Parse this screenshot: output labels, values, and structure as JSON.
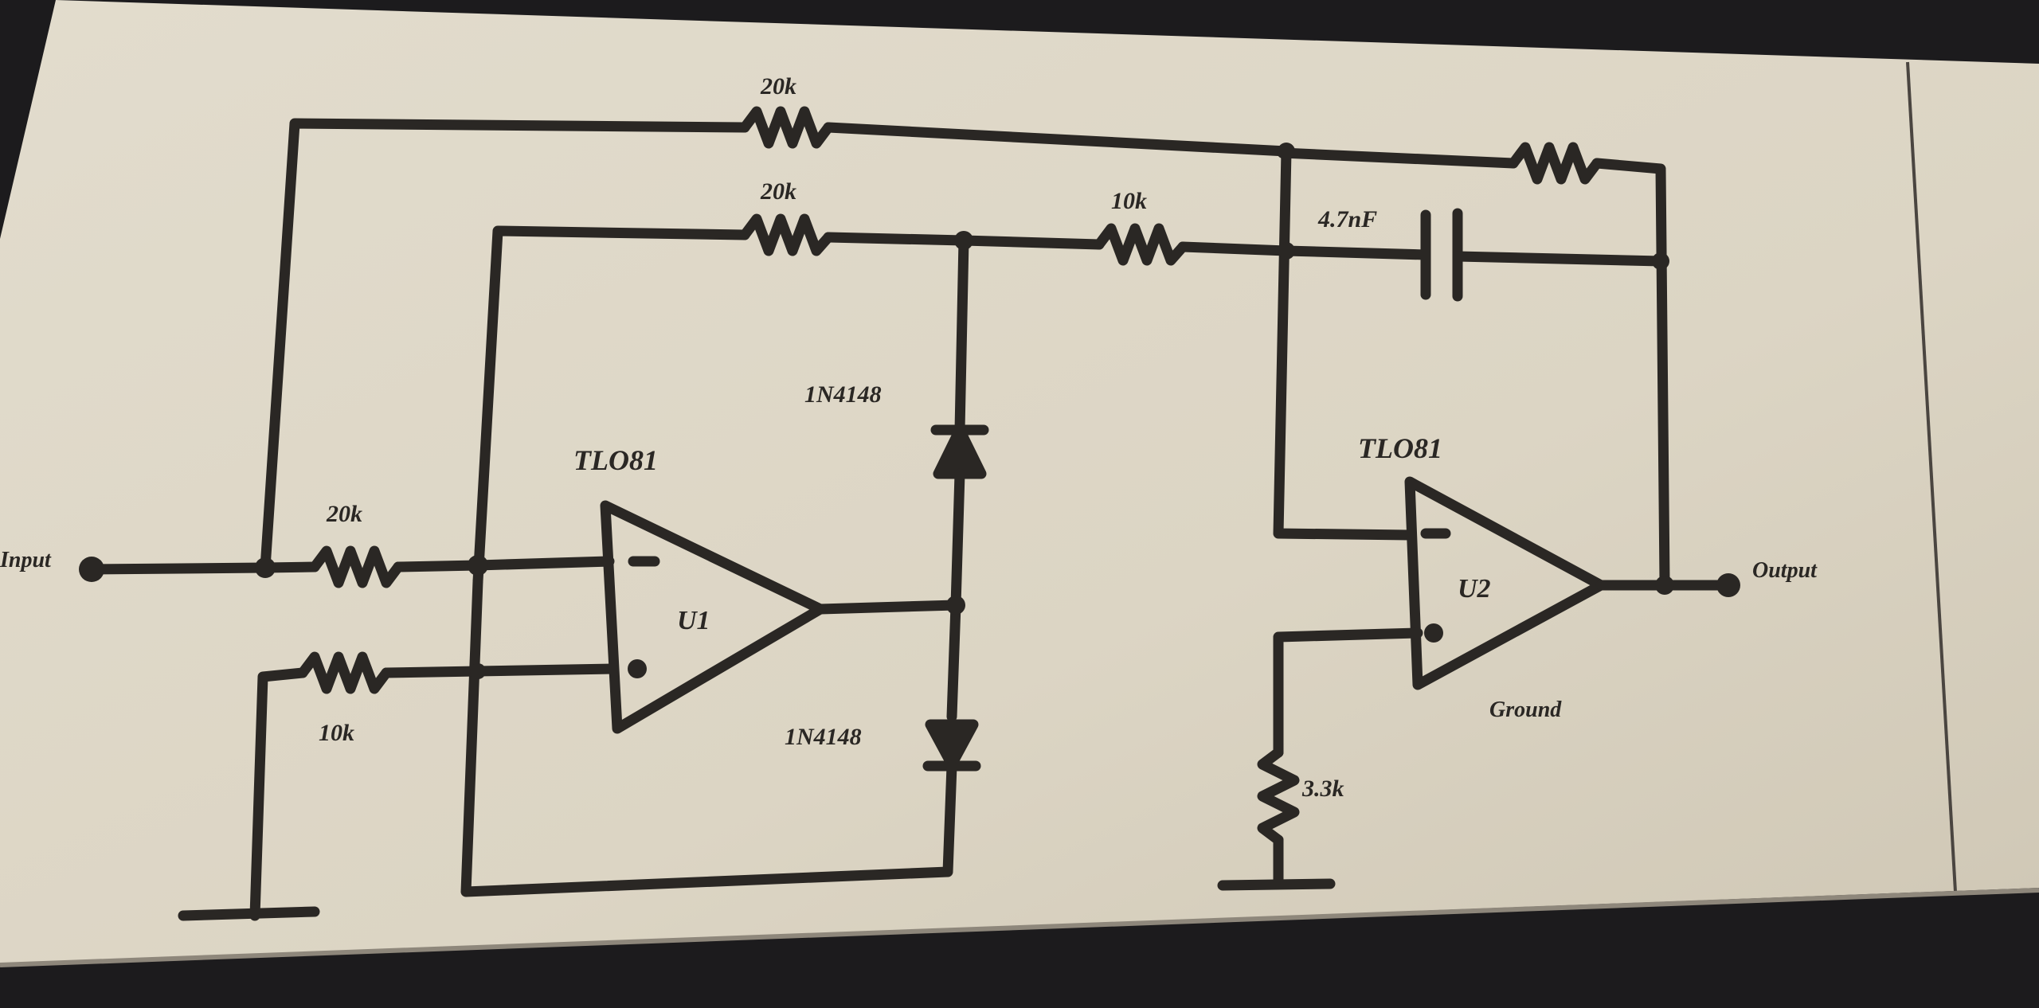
{
  "diagram": {
    "opamps": [
      {
        "ref": "U1",
        "part": "TLO81"
      },
      {
        "ref": "U2",
        "part": "TLO81"
      }
    ],
    "resistors": [
      {
        "id": "r-top-feedback",
        "value": "20k"
      },
      {
        "id": "r-input",
        "value": "20k"
      },
      {
        "id": "r-u1-feedback",
        "value": "20k"
      },
      {
        "id": "r-mid",
        "value": "10k"
      },
      {
        "id": "r-u1-plus",
        "value": "10k"
      },
      {
        "id": "r-u2-feedback",
        "value": ""
      },
      {
        "id": "r-u2-plus-ground",
        "value": "3.3k"
      }
    ],
    "diodes": [
      {
        "id": "d-upper",
        "part": "1N4148"
      },
      {
        "id": "d-lower",
        "part": "1N4148"
      }
    ],
    "capacitor": {
      "value": "4.7nF"
    },
    "input_label": "Input",
    "output_label": "Output",
    "note": "Ground",
    "colors": {
      "paper": "#ddd6c6",
      "ink": "#2a2724",
      "background": "#1c1b1d"
    }
  }
}
